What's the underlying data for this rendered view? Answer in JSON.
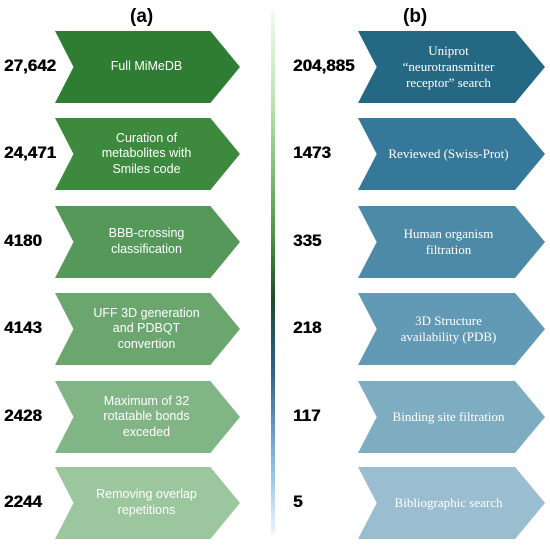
{
  "panels": {
    "a": {
      "label": "(a)",
      "steps": [
        {
          "count": "27,642",
          "text": "Full MiMeDB",
          "color": "#2e7d32"
        },
        {
          "count": "24,471",
          "text": "Curation of metabolites with Smiles code",
          "color": "#3d8a3f"
        },
        {
          "count": "4180",
          "text": "BBB-crossing classification",
          "color": "#55985a"
        },
        {
          "count": "4143",
          "text": "UFF 3D generation and PDBQT convertion",
          "color": "#6aa66e"
        },
        {
          "count": "2428",
          "text": "Maximum of 32 rotatable bonds exceded",
          "color": "#82b586"
        },
        {
          "count": "2244",
          "text": "Removing overlap repetitions",
          "color": "#9cc79e"
        }
      ]
    },
    "b": {
      "label": "(b)",
      "steps": [
        {
          "count": "204,885",
          "text": "Uniprot “neurotransmitter receptor” search",
          "color": "#256883"
        },
        {
          "count": "1473",
          "text": "Reviewed (Swiss-Prot)",
          "color": "#35789a"
        },
        {
          "count": "335",
          "text": "Human organism filtration",
          "color": "#4d8aa8"
        },
        {
          "count": "218",
          "text": "3D Structure availability (PDB)",
          "color": "#6299b4"
        },
        {
          "count": "117",
          "text": "Binding site filtration",
          "color": "#7eadc2"
        },
        {
          "count": "5",
          "text": "Bibliographic search",
          "color": "#9abdcf"
        }
      ]
    }
  }
}
